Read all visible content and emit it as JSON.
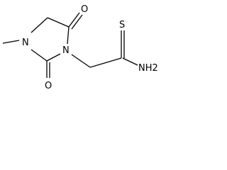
{
  "molecule": {
    "atoms": {
      "O_top": "O",
      "N_ring_left": "N",
      "N_ring_right": "N",
      "O_bottom": "O",
      "S": "S",
      "NH2": "NH2"
    },
    "methyl": "methyl"
  }
}
